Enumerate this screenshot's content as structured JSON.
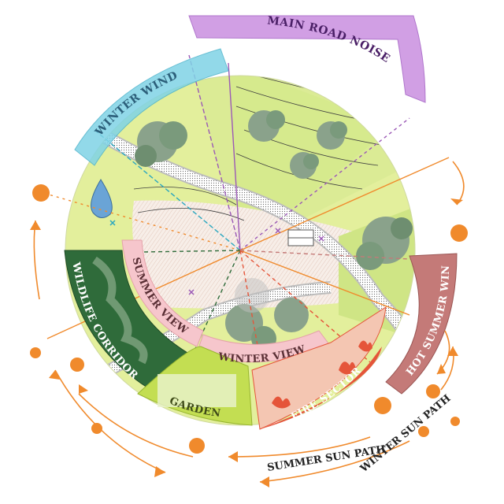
{
  "labels": {
    "winter_wind": "WINTER WIND",
    "main_road_noise": "MAIN ROAD NOISE",
    "summer_view": "SUMMER VIEW",
    "winter_view": "WINTER VIEW",
    "wildlife_corridor": "WILDLIFE CORRIDOR",
    "garden": "GARDEN",
    "fire_sector": "FIRE SECTOR",
    "hot_summer_wind": "HOT SUMMER WIND",
    "summer_sun_path": "SUMMER SUN PATH",
    "winter_sun_path": "WINTER SUN PATH"
  },
  "colors": {
    "winter_wind_band": "#7fd3e6",
    "road_noise_band": "#c98fe0",
    "summer_view_band": "#f6c6cc",
    "winter_view_band": "#f6c6cc",
    "wildlife_band": "#2f6b3a",
    "garden_band": "#c3de52",
    "fire_band": "#e5553a",
    "hot_wind_band": "#c47a78",
    "sun": "#f08a2c",
    "pasture": "#e3ef9c",
    "tree": "#7a9a7c"
  },
  "icons": [
    "water-drop-icon",
    "sun-icon",
    "house-icon",
    "tree-icon",
    "flame-icon",
    "arrow-icon"
  ]
}
